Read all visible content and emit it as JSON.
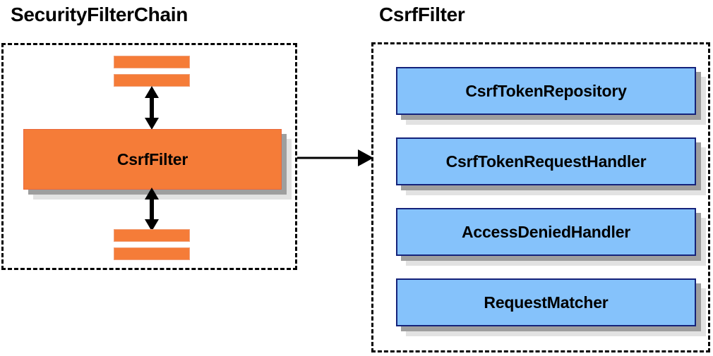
{
  "diagram": {
    "type": "component-relationship-diagram",
    "background_color": "#ffffff",
    "colors": {
      "filter_orange": "#f57c38",
      "filter_orange_border": "#e8673c",
      "collaborator_blue": "#85c2fb",
      "collaborator_blue_border": "#14227a",
      "shadow_dark": "#9e9e9e",
      "shadow_light": "#e2e2e2",
      "outline_dashed": "#000000",
      "text": "#000000"
    }
  },
  "panels": [
    {
      "id": "security-filter-chain",
      "title": "SecurityFilterChain",
      "outline": "dashed",
      "highlight_node": "CsrfFilter",
      "stripes_above": 2,
      "stripes_below": 2
    },
    {
      "id": "csrf-filter",
      "title": "CsrfFilter",
      "outline": "dashed",
      "nodes": [
        {
          "label": "CsrfTokenRepository"
        },
        {
          "label": "CsrfTokenRequestHandler"
        },
        {
          "label": "AccessDeniedHandler"
        },
        {
          "label": "RequestMatcher"
        }
      ]
    }
  ],
  "nodes": {
    "csrf_filter_label": "CsrfFilter"
  },
  "connectors": [
    {
      "id": "chain-up",
      "from": "CsrfFilter",
      "to": "filter-above",
      "style": "double-headed-vertical"
    },
    {
      "id": "chain-down",
      "from": "CsrfFilter",
      "to": "filter-below",
      "style": "double-headed-vertical"
    },
    {
      "id": "expand",
      "from": "SecurityFilterChain",
      "to": "CsrfFilter",
      "style": "single-headed-horizontal"
    }
  ]
}
